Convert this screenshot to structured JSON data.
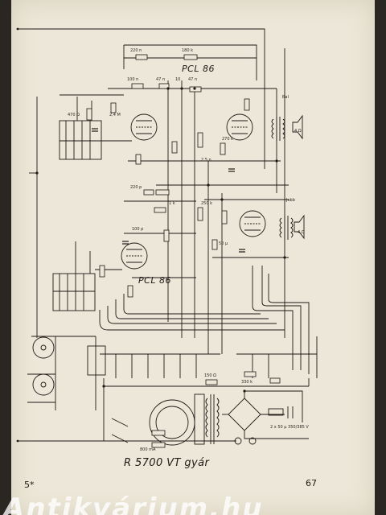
{
  "tube_labels": {
    "top_right": "PCL 86",
    "left_lower": "PCL 86"
  },
  "caption": "R 5700  VT gyár",
  "page_number_left": "5*",
  "page_number_right": "67",
  "watermark": "Antikvárium.hu",
  "speaker_labels": {
    "upper_channel": "Bal",
    "upper_imp": "4 Ω",
    "lower_channel": "Jobb",
    "lower_imp": "4 Ω"
  },
  "power_supply_label": "2 x 50 μ 350/385 V",
  "component_values": {
    "r_220n_top": "220 n",
    "r_180k_top": "180 k",
    "c_100n": "100 n",
    "c_47n": "47 n",
    "c_10": "10",
    "c_47": "47 n",
    "r_270k": "270 k",
    "c_220": "220 p",
    "c_2_5n": "2,5 n",
    "c_100_lower": "100 p",
    "c_2_4M": "2,4 M",
    "r_470": "470 Ω",
    "r_1k": "1 k",
    "r_250k": "250 k",
    "c_50": "50 μ",
    "fuse": "800 mA",
    "r_330": "330 k",
    "r_150": "150 Ω"
  },
  "colors": {
    "paper": "#ece7d8",
    "ink": "#1d1a16",
    "background": "#2a2622"
  }
}
